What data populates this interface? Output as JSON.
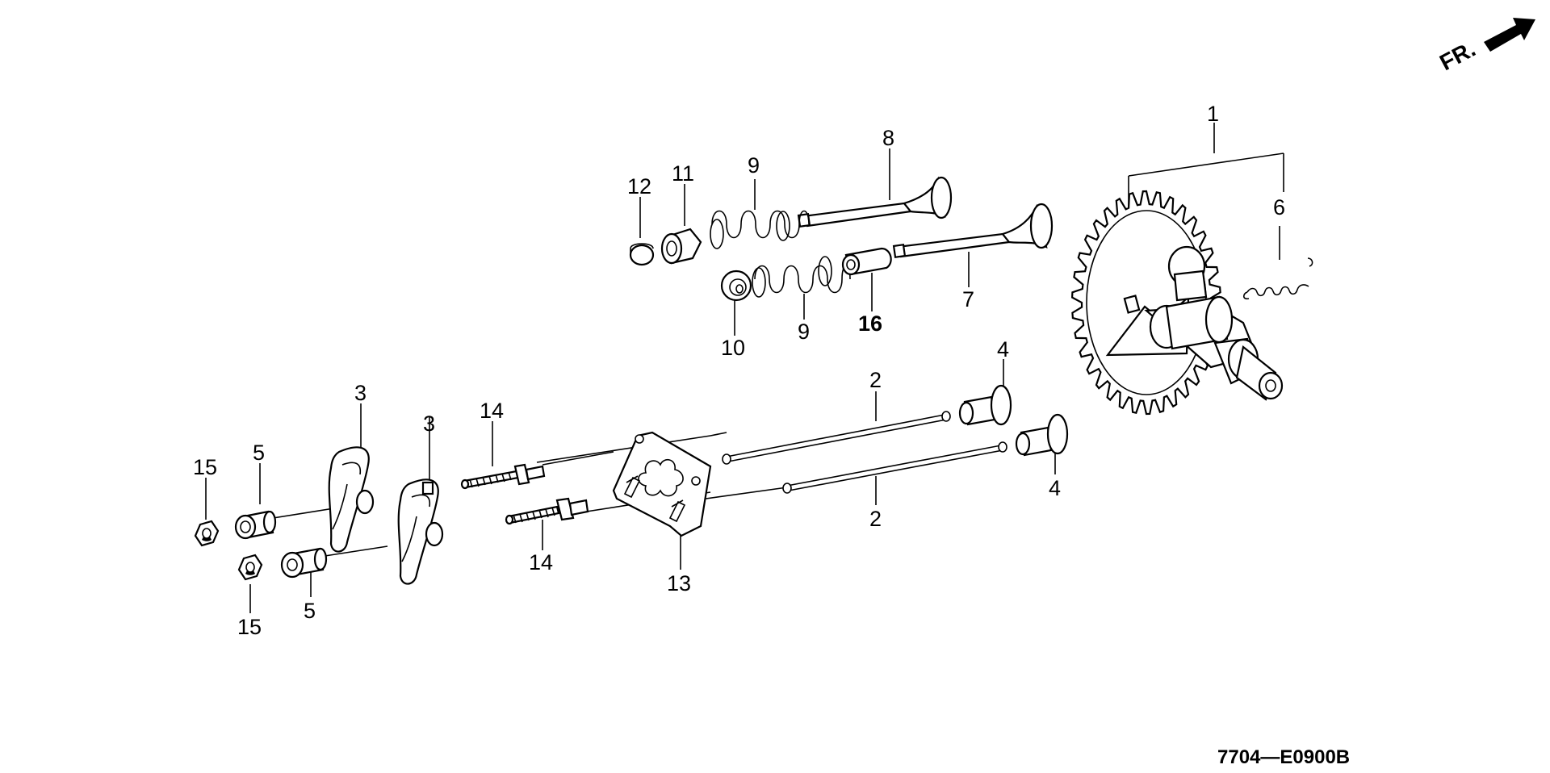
{
  "labels": {
    "l1": "1",
    "l2a": "2",
    "l2b": "2",
    "l3a": "3",
    "l3b": "3",
    "l4a": "4",
    "l4b": "4",
    "l5a": "5",
    "l5b": "5",
    "l6": "6",
    "l7": "7",
    "l8": "8",
    "l9a": "9",
    "l9b": "9",
    "l10": "10",
    "l11": "11",
    "l12": "12",
    "l13": "13",
    "l14a": "14",
    "l14b": "14",
    "l15a": "15",
    "l15b": "15",
    "l16": "16"
  },
  "front_indicator": "FR.",
  "diagram_code": "7704—E0900B"
}
